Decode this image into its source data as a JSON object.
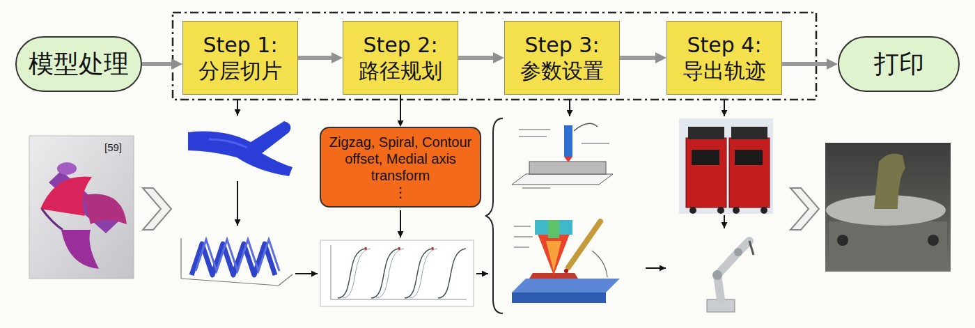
{
  "diagram": {
    "nodes": [
      {
        "text": [
          "模型处理"
        ]
      },
      {
        "text": [
          "Step 1: 分层切片"
        ]
      },
      {
        "text": [
          "Step 2: 路径规划"
        ]
      },
      {
        "text": [
          "Step 3: 参数设置"
        ]
      },
      {
        "text": [
          "Step 4: 导出轨迹"
        ]
      },
      {
        "text": [
          "打印"
        ]
      },
      {
        "text": [
          "Zigzag, Spiral, Contour offset, Medial axis transform",
          "⋮"
        ]
      }
    ],
    "edges": [
      {
        "from": 0,
        "to": 1,
        "arrow": "to"
      },
      {
        "from": 1,
        "to": 2,
        "arrow": "to"
      },
      {
        "from": 2,
        "to": 3,
        "arrow": "to"
      },
      {
        "from": 3,
        "to": 4,
        "arrow": "to"
      },
      {
        "from": 4,
        "to": 5,
        "arrow": "to"
      },
      {
        "from": 2,
        "to": 6,
        "arrow": "to"
      }
    ],
    "labels": [
      "[59]"
    ]
  }
}
